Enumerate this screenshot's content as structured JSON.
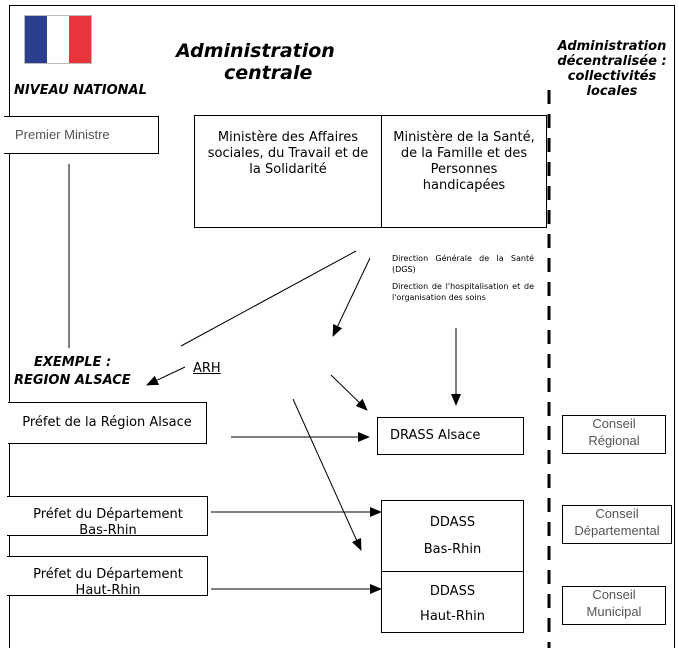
{
  "header": {
    "admin_central_line1": "Administration",
    "admin_central_line2": "centrale",
    "admin_decentral_line1": "Administration",
    "admin_decentral_line2": "décentralisée :",
    "admin_decentral_line3": "collectivités",
    "admin_decentral_line4": "locales",
    "niveau_national": "NIVEAU NATIONAL"
  },
  "flag": {
    "colors": [
      "#2b3f8f",
      "#ffffff",
      "#e8353c"
    ]
  },
  "national": {
    "premier_ministre": "Premier Ministre",
    "ministere_affaires_sociales": "Ministère des Affaires sociales, du Travail et de la Solidarité",
    "ministere_sante": "Ministère de la Santé, de la Famille et des Personnes handicapées",
    "dgs": "Direction Générale de la Santé (DGS)",
    "dhos": "Direction de l'hospitalisation et de l'organisation des soins"
  },
  "regional": {
    "exemple_line1": "EXEMPLE :",
    "exemple_line2": "REGION ALSACE",
    "arh": "ARH",
    "prefet_region": "Préfet de la Région Alsace",
    "drass": "DRASS Alsace",
    "prefet_bas_rhin": "Préfet du Département Bas-Rhin",
    "prefet_haut_rhin": "Préfet du Département Haut-Rhin",
    "ddass_bas_rhin_line1": "DDASS",
    "ddass_bas_rhin_line2": "Bas-Rhin",
    "ddass_haut_rhin_line1": "DDASS",
    "ddass_haut_rhin_line2": "Haut-Rhin"
  },
  "collectivites": {
    "conseil_regional_line1": "Conseil",
    "conseil_regional_line2": "Régional",
    "conseil_departemental_line1": "Conseil",
    "conseil_departemental_line2": "Départemental",
    "conseil_municipal_line1": "Conseil",
    "conseil_municipal_line2": "Municipal"
  }
}
